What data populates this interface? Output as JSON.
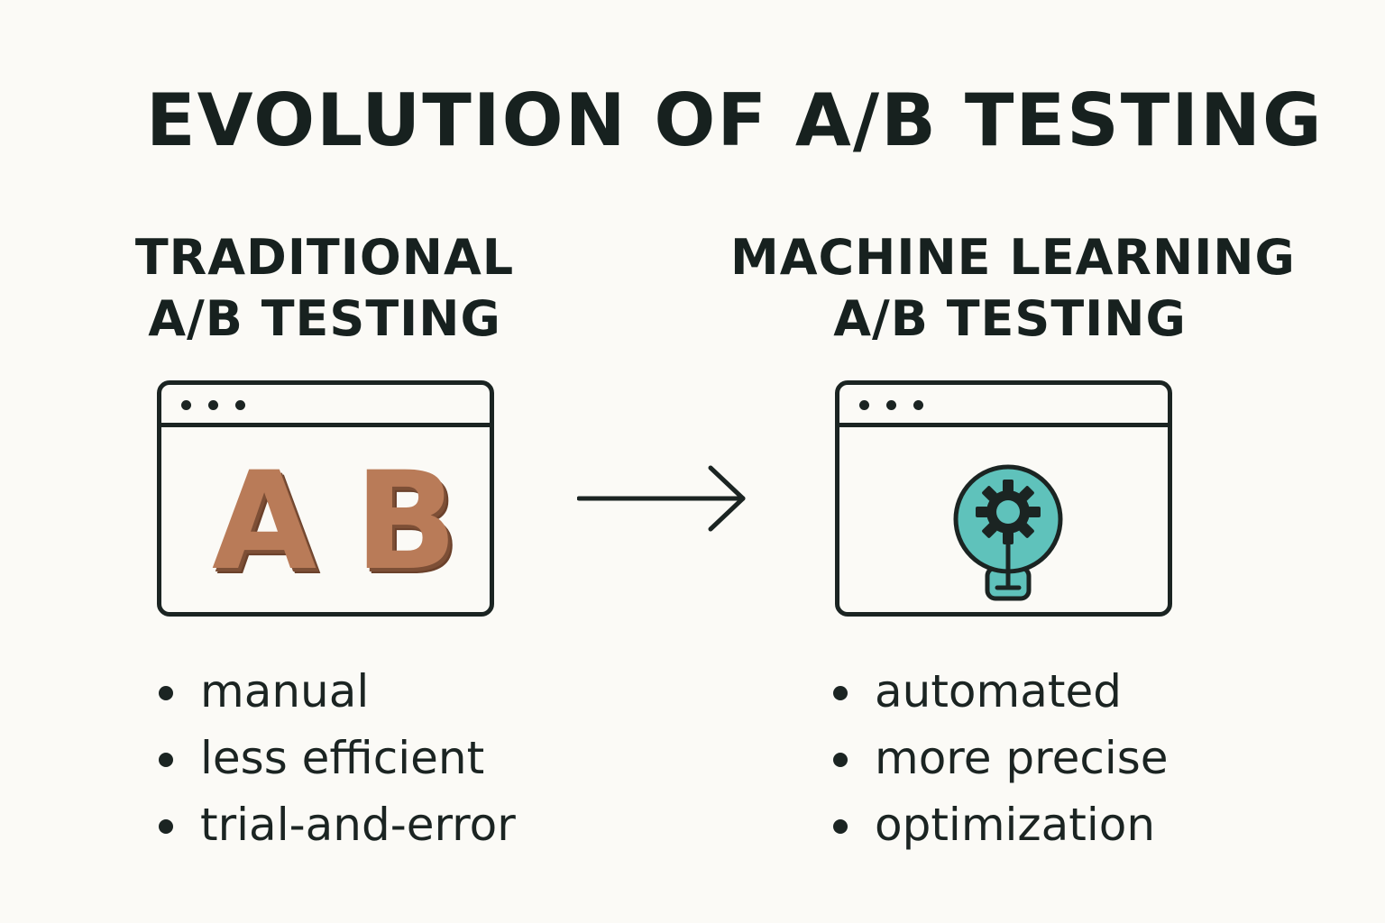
{
  "title": "EVOLUTION OF A/B TESTING",
  "left_panel": {
    "heading_line1": "TRADITIONAL",
    "heading_line2": "A/B TESTING",
    "letter_a": "A",
    "letter_b": "B",
    "bullets": [
      "manual",
      "less efficient",
      "trial-and-error"
    ]
  },
  "right_panel": {
    "heading_line1": "MACHINE LEARNING",
    "heading_line2": "A/B TESTING",
    "icon": "lightbulb-gear-icon",
    "bullets": [
      "automated",
      "more precise",
      "optimization"
    ]
  },
  "colors": {
    "background": "#fbfaf6",
    "ink": "#1b2422",
    "letters": "#b97b58",
    "bulb": "#5fc2bb"
  }
}
